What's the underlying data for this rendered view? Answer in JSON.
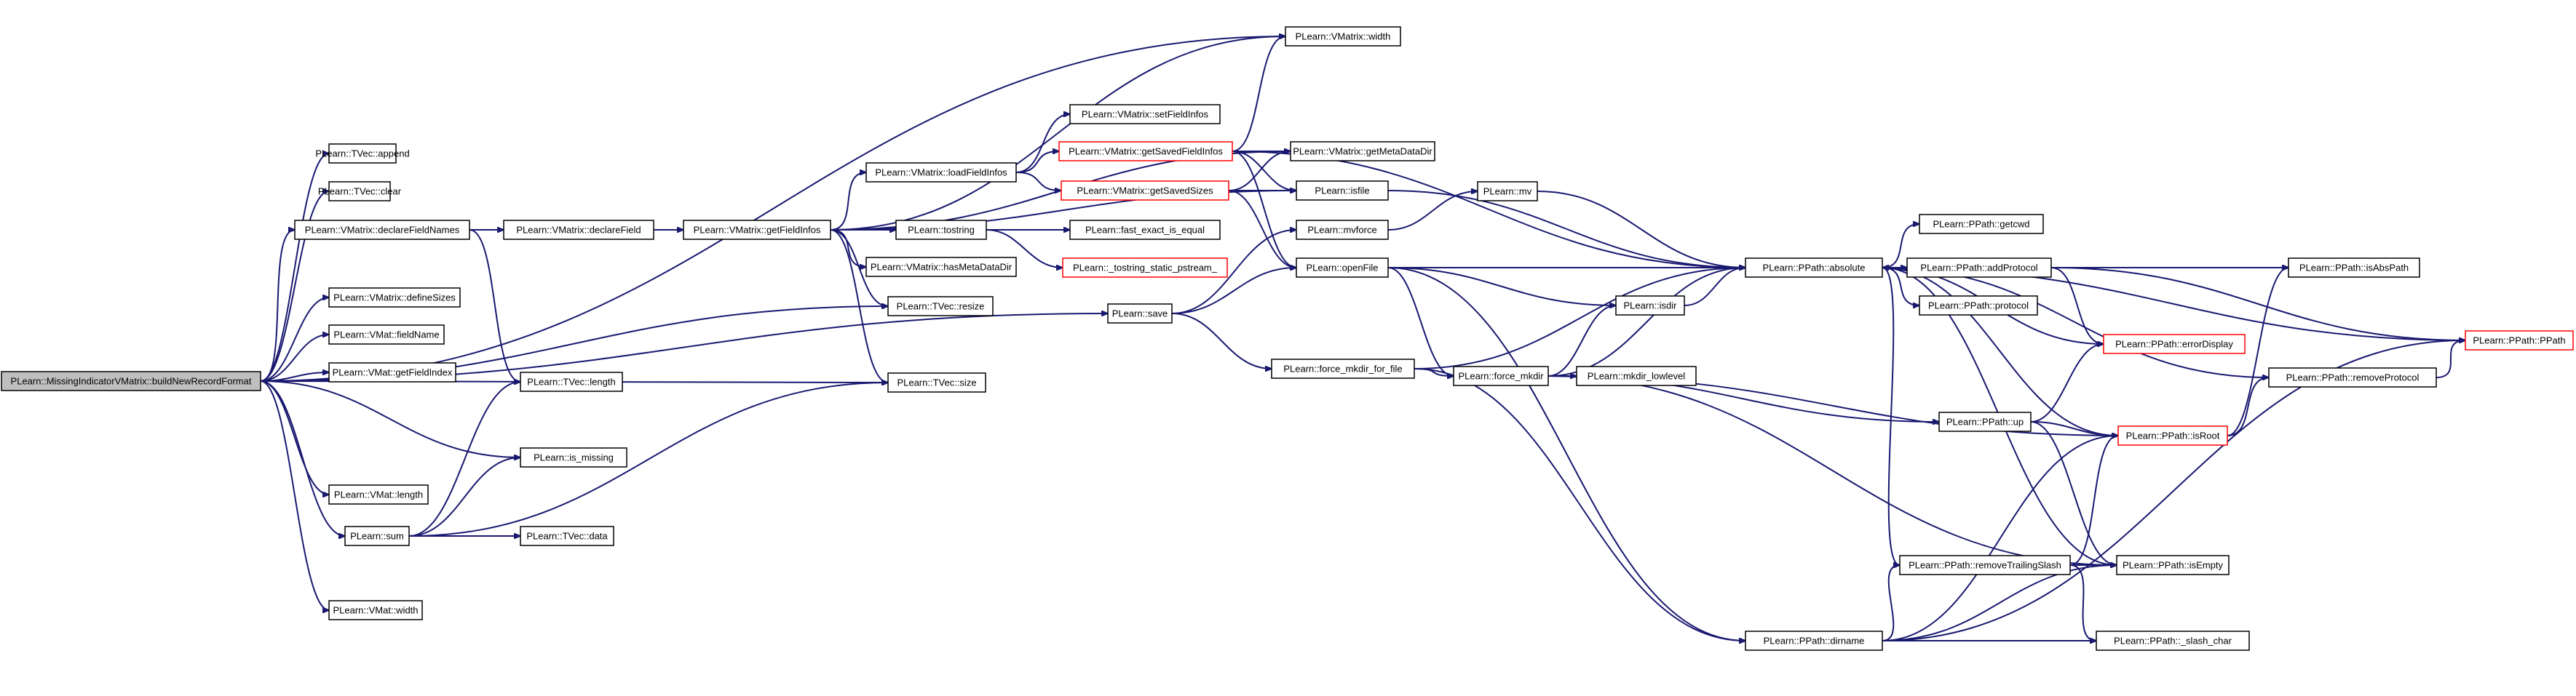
{
  "graph": {
    "direction": "left-to-right",
    "colors": {
      "edge": "#191970",
      "truncated_border": "#ff0000",
      "normal_border": "#000000",
      "root_fill": "#bfbfbf"
    },
    "nodes": [
      {
        "id": "n0",
        "label": "PLearn::MissingIndicatorVMatrix::buildNewRecordFormat",
        "root": true
      },
      {
        "id": "n1",
        "label": "PLearn::TVec::append"
      },
      {
        "id": "n2",
        "label": "PLearn::TVec::clear"
      },
      {
        "id": "n3",
        "label": "PLearn::VMatrix::declareFieldNames"
      },
      {
        "id": "n4",
        "label": "PLearn::VMatrix::defineSizes"
      },
      {
        "id": "n5",
        "label": "PLearn::VMat::fieldName"
      },
      {
        "id": "n6",
        "label": "PLearn::VMat::getFieldIndex"
      },
      {
        "id": "n7",
        "label": "PLearn::VMat::length"
      },
      {
        "id": "n8",
        "label": "PLearn::sum"
      },
      {
        "id": "n9",
        "label": "PLearn::VMat::width"
      },
      {
        "id": "n10",
        "label": "PLearn::VMatrix::declareField"
      },
      {
        "id": "n11",
        "label": "PLearn::TVec::length"
      },
      {
        "id": "n12",
        "label": "PLearn::is_missing"
      },
      {
        "id": "n13",
        "label": "PLearn::TVec::data"
      },
      {
        "id": "n14",
        "label": "PLearn::VMatrix::getFieldInfos"
      },
      {
        "id": "n15",
        "label": "PLearn::VMatrix::loadFieldInfos"
      },
      {
        "id": "n16",
        "label": "PLearn::tostring"
      },
      {
        "id": "n17",
        "label": "PLearn::VMatrix::hasMetaDataDir"
      },
      {
        "id": "n18",
        "label": "PLearn::TVec::resize"
      },
      {
        "id": "n19",
        "label": "PLearn::TVec::size"
      },
      {
        "id": "n20",
        "label": "PLearn::VMatrix::width"
      },
      {
        "id": "n21",
        "label": "PLearn::VMatrix::setFieldInfos"
      },
      {
        "id": "n22",
        "label": "PLearn::VMatrix::getSavedFieldInfos",
        "truncated": true
      },
      {
        "id": "n23",
        "label": "PLearn::VMatrix::getSavedSizes",
        "truncated": true
      },
      {
        "id": "n24",
        "label": "PLearn::fast_exact_is_equal"
      },
      {
        "id": "n25",
        "label": "PLearn::_tostring_static_pstream_",
        "truncated": true
      },
      {
        "id": "n26",
        "label": "PLearn::save"
      },
      {
        "id": "n27",
        "label": "PLearn::VMatrix::getMetaDataDir"
      },
      {
        "id": "n28",
        "label": "PLearn::isfile"
      },
      {
        "id": "n29",
        "label": "PLearn::mvforce"
      },
      {
        "id": "n30",
        "label": "PLearn::openFile"
      },
      {
        "id": "n31",
        "label": "PLearn::force_mkdir_for_file"
      },
      {
        "id": "n32",
        "label": "PLearn::mv"
      },
      {
        "id": "n33",
        "label": "PLearn::PPath::absolute"
      },
      {
        "id": "n34",
        "label": "PLearn::isdir"
      },
      {
        "id": "n35",
        "label": "PLearn::force_mkdir"
      },
      {
        "id": "n36",
        "label": "PLearn::mkdir_lowlevel"
      },
      {
        "id": "n37",
        "label": "PLearn::PPath::dirname"
      },
      {
        "id": "n38",
        "label": "PLearn::PPath::getcwd"
      },
      {
        "id": "n39",
        "label": "PLearn::PPath::addProtocol"
      },
      {
        "id": "n40",
        "label": "PLearn::PPath::protocol"
      },
      {
        "id": "n41",
        "label": "PLearn::PPath::errorDisplay",
        "truncated": true
      },
      {
        "id": "n42",
        "label": "PLearn::PPath::up"
      },
      {
        "id": "n43",
        "label": "PLearn::PPath::removeTrailingSlash"
      },
      {
        "id": "n44",
        "label": "PLearn::PPath::isRoot",
        "truncated": true
      },
      {
        "id": "n45",
        "label": "PLearn::PPath::isEmpty"
      },
      {
        "id": "n46",
        "label": "PLearn::PPath::_slash_char"
      },
      {
        "id": "n47",
        "label": "PLearn::PPath::isAbsPath"
      },
      {
        "id": "n48",
        "label": "PLearn::PPath::removeProtocol"
      },
      {
        "id": "n49",
        "label": "PLearn::PPath::PPath",
        "truncated": true
      }
    ],
    "edges": [
      [
        "n0",
        "n1"
      ],
      [
        "n0",
        "n2"
      ],
      [
        "n0",
        "n3"
      ],
      [
        "n0",
        "n4"
      ],
      [
        "n0",
        "n5"
      ],
      [
        "n0",
        "n6"
      ],
      [
        "n0",
        "n7"
      ],
      [
        "n0",
        "n8"
      ],
      [
        "n0",
        "n9"
      ],
      [
        "n0",
        "n20"
      ],
      [
        "n0",
        "n18"
      ],
      [
        "n0",
        "n19"
      ],
      [
        "n0",
        "n12"
      ],
      [
        "n0",
        "n26"
      ],
      [
        "n3",
        "n10"
      ],
      [
        "n3",
        "n11"
      ],
      [
        "n10",
        "n14"
      ],
      [
        "n8",
        "n11"
      ],
      [
        "n8",
        "n12"
      ],
      [
        "n8",
        "n13"
      ],
      [
        "n8",
        "n19"
      ],
      [
        "n14",
        "n15"
      ],
      [
        "n14",
        "n16"
      ],
      [
        "n14",
        "n17"
      ],
      [
        "n14",
        "n18"
      ],
      [
        "n14",
        "n19"
      ],
      [
        "n14",
        "n20"
      ],
      [
        "n14",
        "n27"
      ],
      [
        "n14",
        "n28"
      ],
      [
        "n15",
        "n21"
      ],
      [
        "n15",
        "n22"
      ],
      [
        "n15",
        "n23"
      ],
      [
        "n16",
        "n24"
      ],
      [
        "n16",
        "n25"
      ],
      [
        "n22",
        "n20"
      ],
      [
        "n22",
        "n27"
      ],
      [
        "n22",
        "n28"
      ],
      [
        "n22",
        "n30"
      ],
      [
        "n22",
        "n33"
      ],
      [
        "n23",
        "n27"
      ],
      [
        "n23",
        "n28"
      ],
      [
        "n23",
        "n30"
      ],
      [
        "n26",
        "n29"
      ],
      [
        "n26",
        "n30"
      ],
      [
        "n26",
        "n31"
      ],
      [
        "n29",
        "n32"
      ],
      [
        "n32",
        "n33"
      ],
      [
        "n28",
        "n33"
      ],
      [
        "n30",
        "n33"
      ],
      [
        "n30",
        "n34"
      ],
      [
        "n30",
        "n35"
      ],
      [
        "n30",
        "n37"
      ],
      [
        "n31",
        "n33"
      ],
      [
        "n31",
        "n35"
      ],
      [
        "n31",
        "n37"
      ],
      [
        "n34",
        "n33"
      ],
      [
        "n35",
        "n34"
      ],
      [
        "n35",
        "n36"
      ],
      [
        "n35",
        "n33"
      ],
      [
        "n35",
        "n42"
      ],
      [
        "n35",
        "n44"
      ],
      [
        "n35",
        "n45"
      ],
      [
        "n37",
        "n43"
      ],
      [
        "n37",
        "n44"
      ],
      [
        "n37",
        "n45"
      ],
      [
        "n37",
        "n46"
      ],
      [
        "n37",
        "n49"
      ],
      [
        "n33",
        "n38"
      ],
      [
        "n33",
        "n39"
      ],
      [
        "n33",
        "n40"
      ],
      [
        "n33",
        "n41"
      ],
      [
        "n33",
        "n43"
      ],
      [
        "n33",
        "n44"
      ],
      [
        "n33",
        "n45"
      ],
      [
        "n33",
        "n47"
      ],
      [
        "n33",
        "n49"
      ],
      [
        "n39",
        "n41"
      ],
      [
        "n39",
        "n47"
      ],
      [
        "n39",
        "n49"
      ],
      [
        "n42",
        "n41"
      ],
      [
        "n42",
        "n44"
      ],
      [
        "n42",
        "n45"
      ],
      [
        "n43",
        "n44"
      ],
      [
        "n43",
        "n45"
      ],
      [
        "n43",
        "n46"
      ],
      [
        "n44",
        "n47"
      ],
      [
        "n44",
        "n48"
      ],
      [
        "n48",
        "n49"
      ],
      [
        "n48",
        "n33"
      ]
    ]
  }
}
